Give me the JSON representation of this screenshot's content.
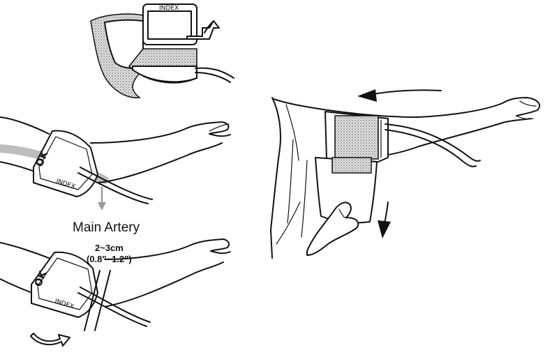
{
  "labels": {
    "main_artery": "Main Artery",
    "distance": "2~3cm",
    "distance_imperial": "(0.8\"~1.2\")",
    "cuff_index_top": "INDEX",
    "cuff_index": "INDEX",
    "cuff_ok": "OK"
  },
  "colors": {
    "line": "#111111",
    "artery_band": "#bdbdbd",
    "artery_arrow": "#9a9a9a",
    "mesh": "#cfcfcf"
  }
}
